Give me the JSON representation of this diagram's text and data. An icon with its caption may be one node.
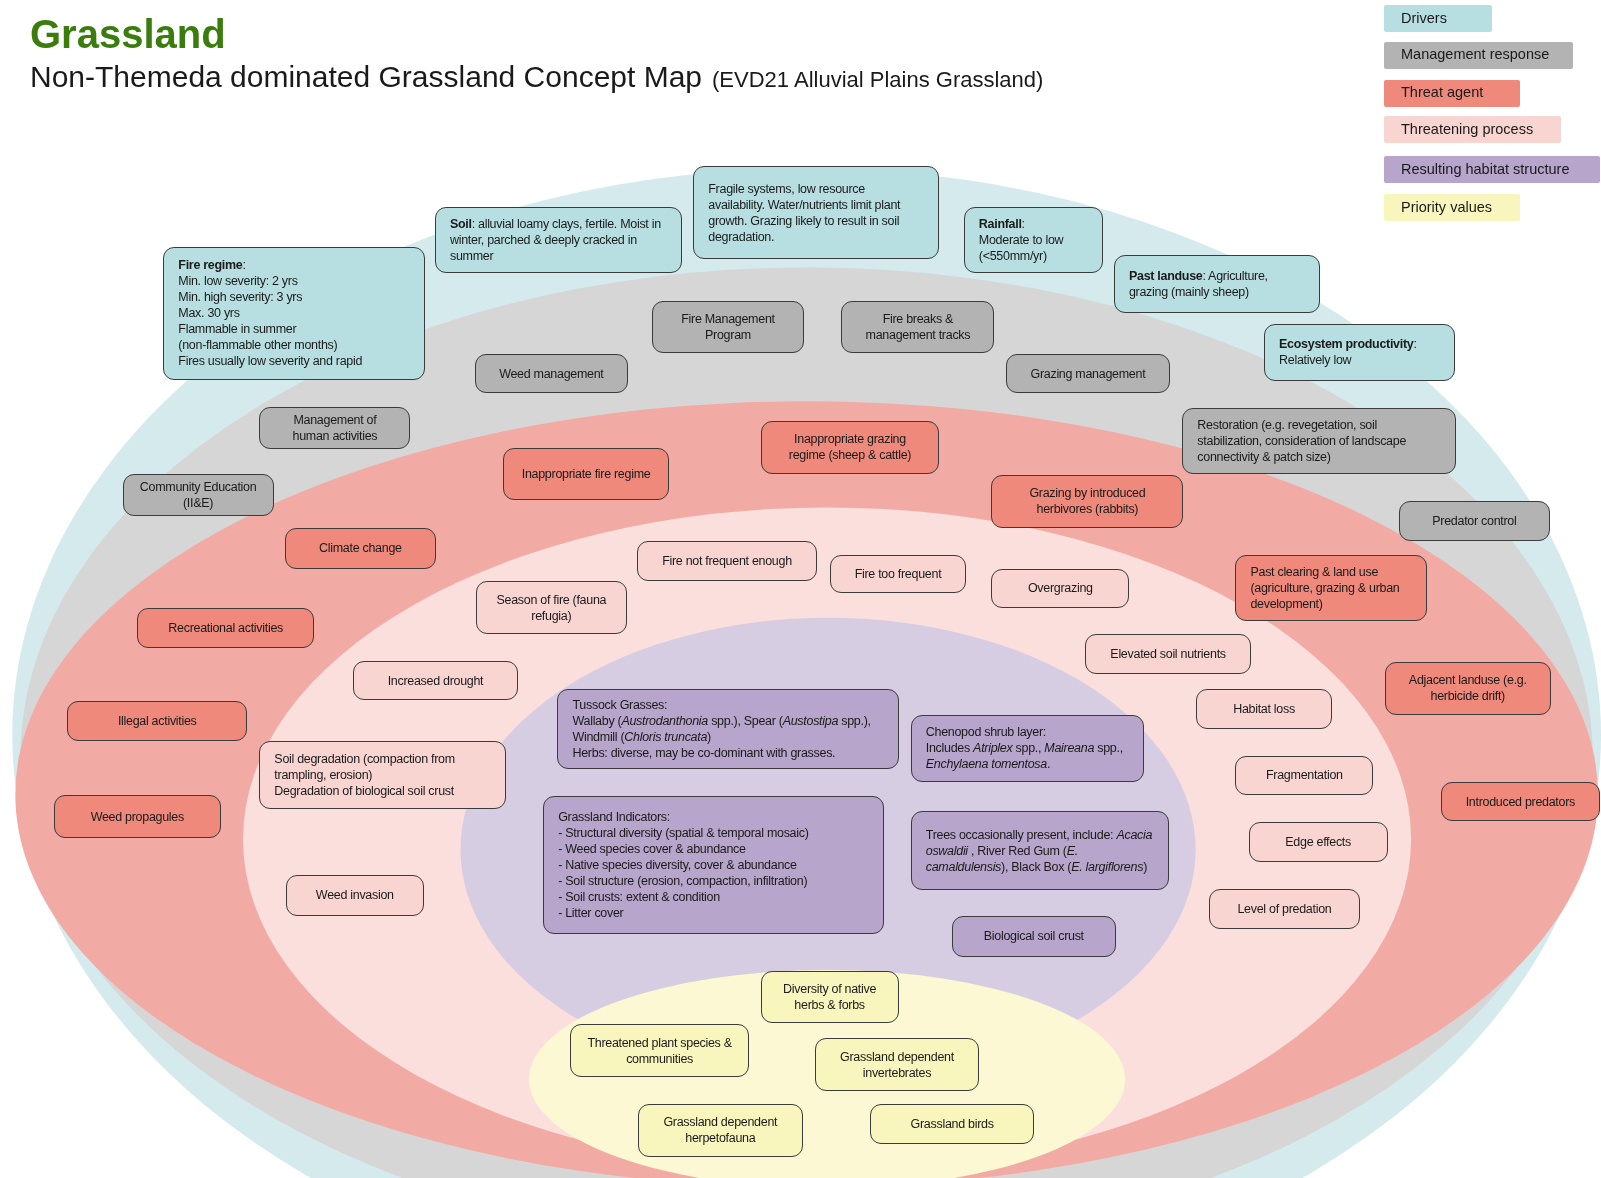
{
  "diagram": {
    "title": "Grassland",
    "nodes": [
      {
        "text": [
          "**Fire regime**:",
          "Min. low severity: 2 yrs",
          "Min. high severity: 3 yrs",
          "Max. 30 yrs",
          "Flammable in summer",
          "(non-flammable other months)",
          "Fires usually low severity and rapid"
        ]
      },
      {
        "text": [
          "**Soil**: alluvial loamy clays, fertile. Moist in winter, parched & deeply cracked in summer"
        ]
      },
      {
        "text": [
          "Fragile systems, low resource availability. Water/nutrients limit plant growth. Grazing likely to result in soil degradation."
        ]
      },
      {
        "text": [
          "**Rainfall**:",
          "Moderate to low (<550mm/yr)"
        ]
      },
      {
        "text": [
          "**Past landuse**: Agriculture, grazing (mainly sheep)"
        ]
      },
      {
        "text": [
          "**Ecosystem productivity**:",
          "Relatively low"
        ]
      },
      {
        "text": [
          "Fire Management Program"
        ]
      },
      {
        "text": [
          "Fire breaks & management tracks"
        ]
      },
      {
        "text": [
          "Weed management"
        ]
      },
      {
        "text": [
          "Grazing management"
        ]
      },
      {
        "text": [
          "Management of human activities"
        ]
      },
      {
        "text": [
          "Restoration (e.g. revegetation, soil stabilization, consideration of landscape connectivity  & patch size)"
        ]
      },
      {
        "text": [
          "Community Education (II&E)"
        ]
      },
      {
        "text": [
          "Predator control"
        ]
      },
      {
        "text": [
          "Inappropriate fire regime"
        ]
      },
      {
        "text": [
          "Inappropriate grazing regime (sheep & cattle)"
        ]
      },
      {
        "text": [
          "Grazing by introduced herbivores (rabbits)"
        ]
      },
      {
        "text": [
          "Climate change"
        ]
      },
      {
        "text": [
          "Recreational activities"
        ]
      },
      {
        "text": [
          "Past clearing  & land use (agriculture, grazing & urban development)"
        ]
      },
      {
        "text": [
          "Adjacent landuse (e.g. herbicide drift)"
        ]
      },
      {
        "text": [
          "Illegal  activities"
        ]
      },
      {
        "text": [
          "Weed propagules"
        ]
      },
      {
        "text": [
          "Introduced predators"
        ]
      },
      {
        "text": [
          "Fire not frequent enough"
        ]
      },
      {
        "text": [
          "Fire too frequent"
        ]
      },
      {
        "text": [
          "Season of fire (fauna refugia)"
        ]
      },
      {
        "text": [
          "Overgrazing"
        ]
      },
      {
        "text": [
          "Elevated soil nutrients"
        ]
      },
      {
        "text": [
          "Increased drought"
        ]
      },
      {
        "text": [
          "Habitat loss"
        ]
      },
      {
        "text": [
          "Soil degradation (compaction from trampling, erosion)",
          "Degradation of biological soil crust"
        ]
      },
      {
        "text": [
          "Fragmentation"
        ]
      },
      {
        "text": [
          "Edge effects"
        ]
      },
      {
        "text": [
          "Weed invasion"
        ]
      },
      {
        "text": [
          "Level of predation"
        ]
      },
      {
        "text": [
          "Tussock Grasses:",
          "Wallaby (*Austrodanthonia* spp.), Spear (*Austostipa* spp.), Windmill (*Chloris truncata*)",
          "Herbs: diverse, may be co-dominant with grasses."
        ]
      },
      {
        "text": [
          "Chenopod shrub layer:",
          "Includes *Atriplex* spp., *Maireana* spp., *Enchylaena tomentosa*."
        ]
      },
      {
        "text": [
          "Grassland Indicators:",
          "- Structural diversity (spatial & temporal mosaic)",
          "- Weed species cover & abundance",
          "- Native species diversity, cover & abundance",
          "- Soil structure (erosion, compaction, infiltration)",
          "- Soil crusts: extent & condition",
          "- Litter cover"
        ]
      },
      {
        "text": [
          "Trees occasionally present, include: *Acacia oswaldii* , River Red Gum (*E. camaldulensis*), Black Box (*E. largiflorens*)"
        ]
      },
      {
        "text": [
          "Biological soil crust"
        ]
      },
      {
        "text": [
          "Diversity of native herbs & forbs"
        ]
      },
      {
        "text": [
          "Threatened plant species & communities"
        ]
      },
      {
        "text": [
          "Grassland dependent invertebrates"
        ]
      },
      {
        "text": [
          "Grassland dependent herpetofauna"
        ]
      },
      {
        "text": [
          "Grassland birds"
        ]
      }
    ],
    "labels": [
      "Non-Themeda dominated Grassland Concept Map",
      "(EVD21 Alluvial Plains Grassland)"
    ],
    "legend": [
      {
        "text": "Drivers",
        "color": "#b7dfe2"
      },
      {
        "text": "Management response",
        "color": "#b3b3b3"
      },
      {
        "text": "Threat agent",
        "color": "#ef897b"
      },
      {
        "text": "Threatening process",
        "color": "#f9d5d2"
      },
      {
        "text": "Resulting habitat structure",
        "color": "#b7a5cb"
      },
      {
        "text": "Priority values",
        "color": "#f9f6bd"
      }
    ]
  }
}
